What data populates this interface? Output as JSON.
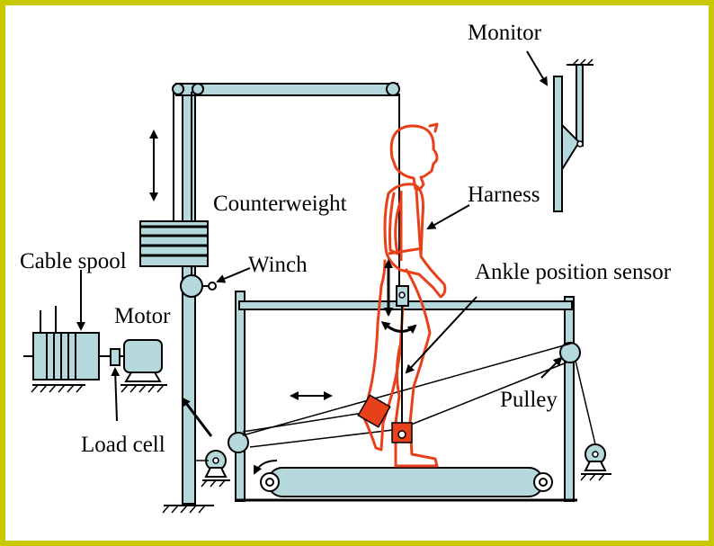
{
  "labels": {
    "monitor": "Monitor",
    "counterweight": "Counterweight",
    "harness": "Harness",
    "cable_spool": "Cable spool",
    "winch": "Winch",
    "ankle_position_sensor": "Ankle position sensor",
    "motor": "Motor",
    "pulley": "Pulley",
    "load_cell": "Load cell"
  },
  "colors": {
    "frame_border": "#c8c800",
    "equipment_fill": "#b4d8dc",
    "figure_outline": "#e8401a",
    "sensor_fill": "#e8401a"
  }
}
